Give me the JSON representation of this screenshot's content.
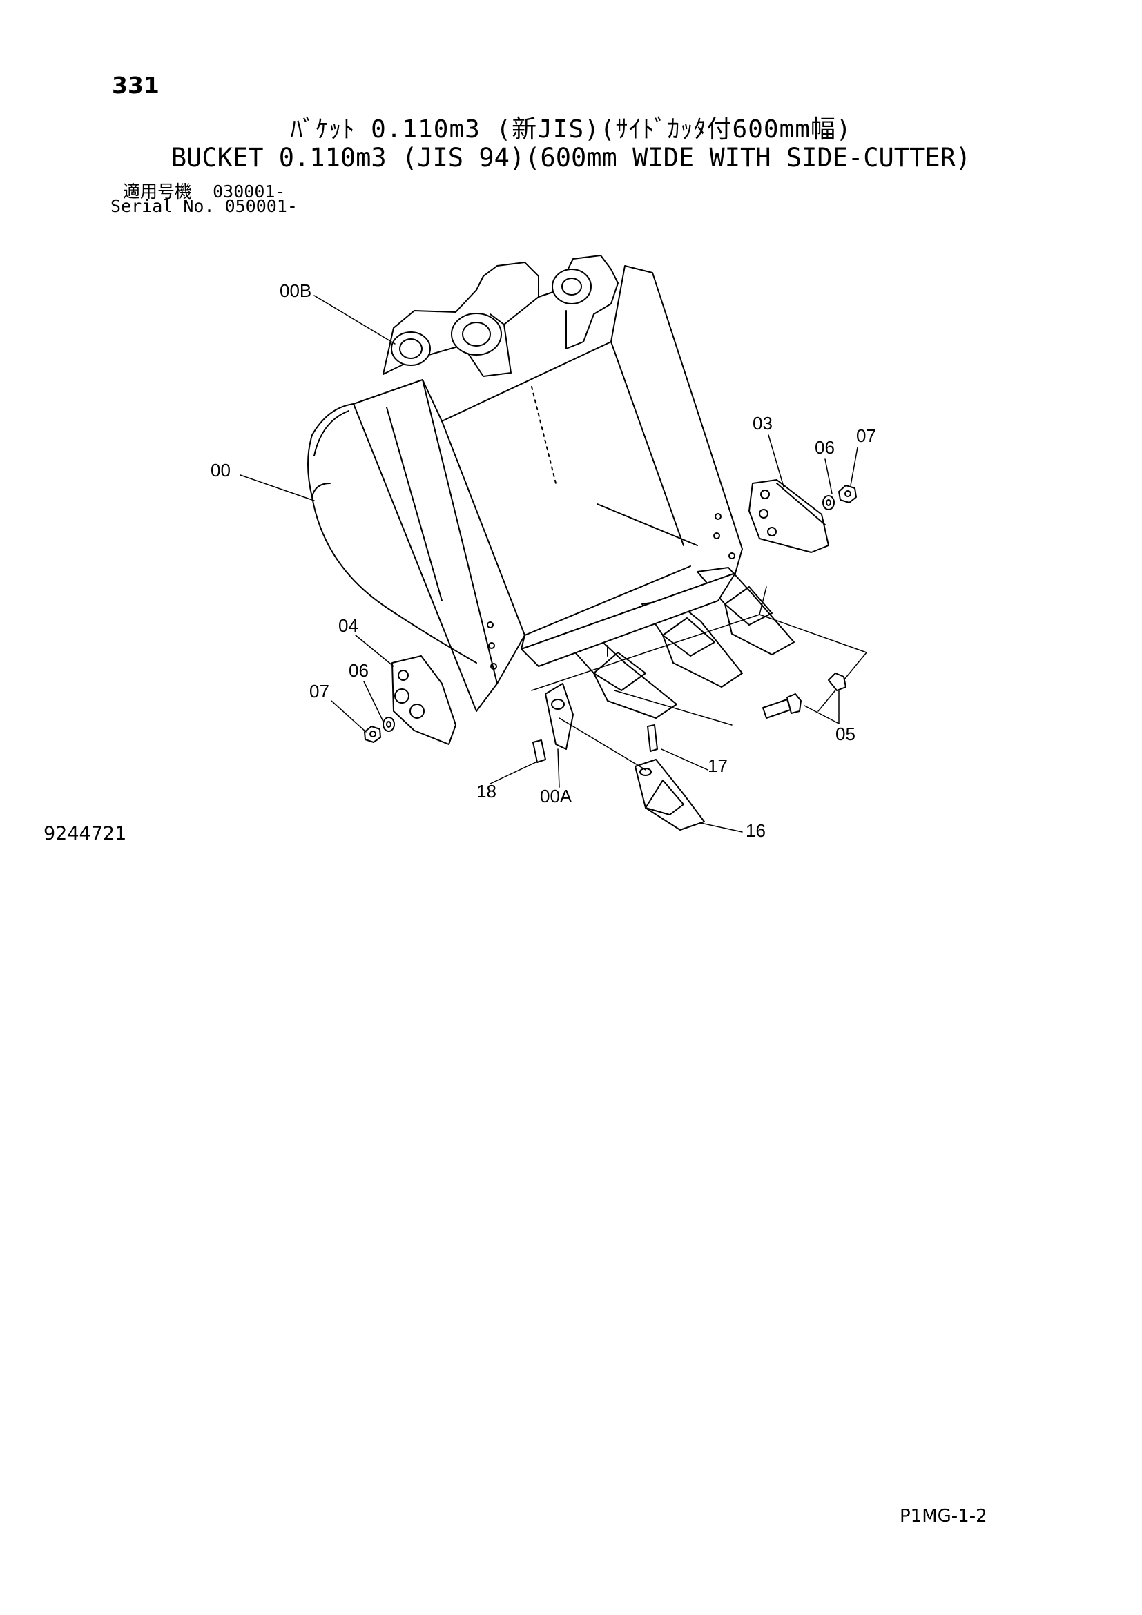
{
  "page_number": "331",
  "title_jp": "ﾊﾞｹｯﾄ 0.110m3 (新JIS)(ｻｲﾄﾞｶｯﾀ付600mm幅)",
  "title_en": "BUCKET 0.110m3 (JIS 94)(600mm WIDE WITH SIDE-CUTTER)",
  "serial": {
    "jp_label": "適用号機",
    "jp_value": "030001-",
    "en_label": "Serial No.",
    "en_value": "050001-"
  },
  "callouts": {
    "c00b": "00B",
    "c00": "00",
    "c03": "03",
    "c06r": "06",
    "c07r": "07",
    "c04": "04",
    "c06l": "06",
    "c07l": "07",
    "c05": "05",
    "c17": "17",
    "c18": "18",
    "c00a": "00A",
    "c16": "16"
  },
  "drawing_number": "9244721",
  "page_code": "P1MG-1-2"
}
